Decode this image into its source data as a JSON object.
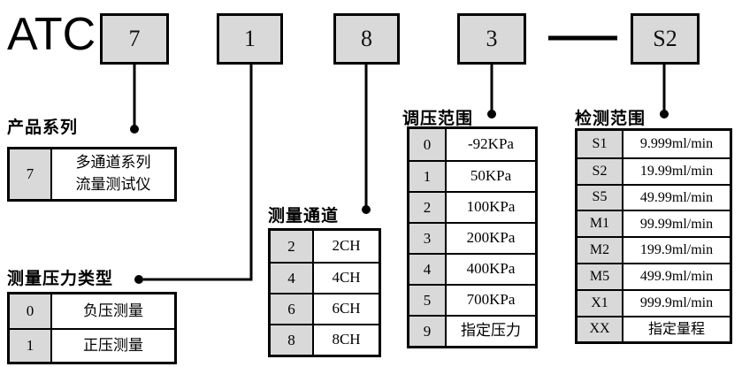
{
  "brand": "ATC",
  "code_boxes": [
    "7",
    "1",
    "8",
    "3",
    "S2"
  ],
  "separator": "—",
  "groups": [
    {
      "title": "产品系列",
      "rows": [
        {
          "code": "7",
          "value": "多通道系列\n流量测试仪"
        }
      ]
    },
    {
      "title": "测量压力类型",
      "rows": [
        {
          "code": "0",
          "value": "负压测量"
        },
        {
          "code": "1",
          "value": "正压测量"
        }
      ]
    },
    {
      "title": "测量通道",
      "rows": [
        {
          "code": "2",
          "value": "2CH"
        },
        {
          "code": "4",
          "value": "4CH"
        },
        {
          "code": "6",
          "value": "6CH"
        },
        {
          "code": "8",
          "value": "8CH"
        }
      ]
    },
    {
      "title": "调压范围",
      "rows": [
        {
          "code": "0",
          "value": "-92KPa"
        },
        {
          "code": "1",
          "value": "50KPa"
        },
        {
          "code": "2",
          "value": "100KPa"
        },
        {
          "code": "3",
          "value": "200KPa"
        },
        {
          "code": "4",
          "value": "400KPa"
        },
        {
          "code": "5",
          "value": "700KPa"
        },
        {
          "code": "9",
          "value": "指定压力"
        }
      ]
    },
    {
      "title": "检测范围",
      "rows": [
        {
          "code": "S1",
          "value": "9.999ml/min"
        },
        {
          "code": "S2",
          "value": "19.99ml/min"
        },
        {
          "code": "S5",
          "value": "49.99ml/min"
        },
        {
          "code": "M1",
          "value": "99.99ml/min"
        },
        {
          "code": "M2",
          "value": "199.9ml/min"
        },
        {
          "code": "M5",
          "value": "499.9ml/min"
        },
        {
          "code": "X1",
          "value": "999.9ml/min"
        },
        {
          "code": "XX",
          "value": "指定量程"
        }
      ]
    }
  ],
  "colors": {
    "box_fill": "#d9d9d9",
    "border": "#000000",
    "background": "#ffffff"
  }
}
